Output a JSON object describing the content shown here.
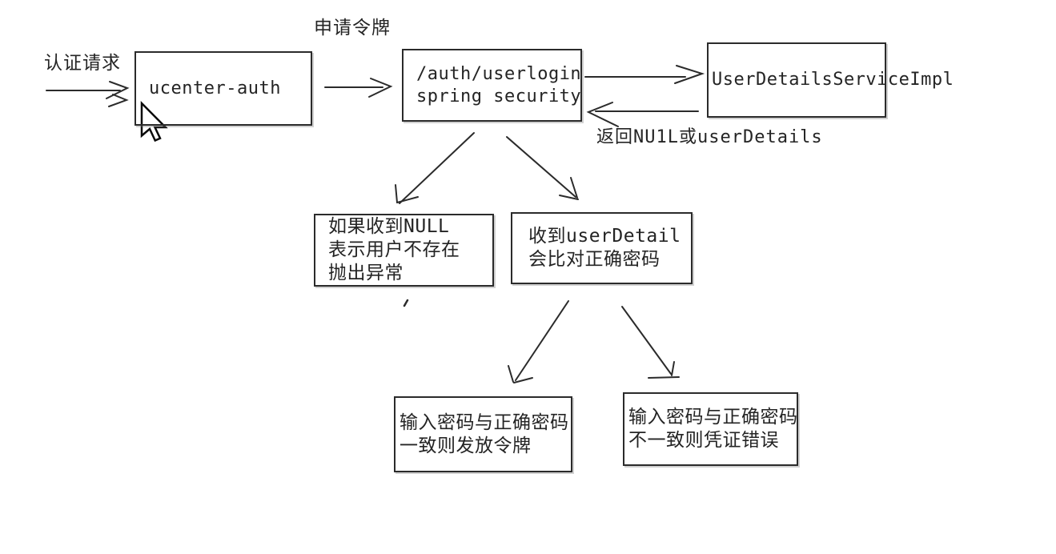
{
  "colors": {
    "background": "#ffffff",
    "ink": "#2b2b2b"
  },
  "diagram": {
    "labels": {
      "auth_request": "认证请求",
      "apply_token": "申请令牌",
      "return_value": "返回NU1L或userDetails"
    },
    "boxes": {
      "ucenter_auth": {
        "lines": [
          "ucenter-auth"
        ]
      },
      "spring_security": {
        "lines": [
          "/auth/userlogin",
          "spring security"
        ]
      },
      "user_details_service_impl": {
        "lines": [
          "UserDetailsServiceImpl"
        ]
      },
      "received_null": {
        "lines": [
          "如果收到NULL",
          "表示用户不存在",
          "抛出异常"
        ]
      },
      "received_userdetail": {
        "lines": [
          "收到userDetail",
          "会比对正确密码"
        ]
      },
      "password_match": {
        "lines": [
          "输入密码与正确密码",
          "一致则发放令牌"
        ]
      },
      "password_mismatch": {
        "lines": [
          "输入密码与正确密码",
          "不一致则凭证错误"
        ]
      }
    },
    "icons": {
      "cursor": "arrow-cursor"
    }
  }
}
